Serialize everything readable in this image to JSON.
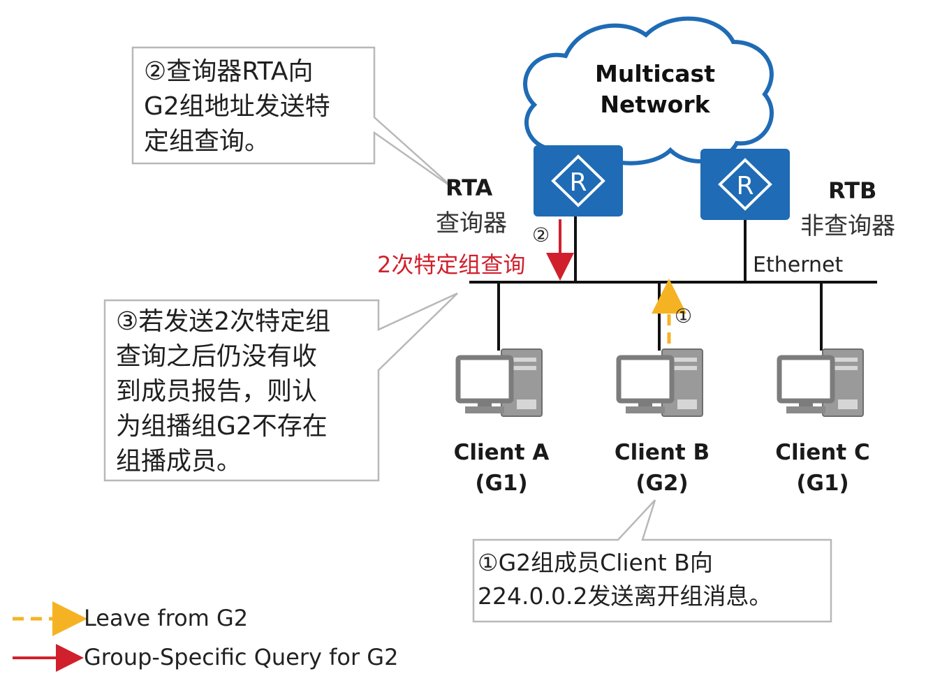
{
  "cloud": {
    "line1": "Multicast",
    "line2": "Network"
  },
  "routers": {
    "rta": {
      "name": "RTA",
      "role": "查询器"
    },
    "rtb": {
      "name": "RTB",
      "role": "非查询器"
    }
  },
  "network": {
    "segment_label": "Ethernet"
  },
  "query": {
    "step": "②",
    "label": "2次特定组查询"
  },
  "leave": {
    "step": "①"
  },
  "clients": [
    {
      "name": "Client A",
      "group": "(G1)"
    },
    {
      "name": "Client B",
      "group": "(G2)"
    },
    {
      "name": "Client C",
      "group": "(G1)"
    }
  ],
  "callouts": {
    "query_lines": [
      "②查询器RTA向",
      "G2组地址发送特",
      "定组查询。"
    ],
    "timeout_lines": [
      "③若发送2次特定组",
      "查询之后仍没有收",
      "到成员报告，则认",
      "为组播组G2不存在",
      "组播成员。"
    ],
    "leave_lines": [
      "①G2组成员Client  B向",
      "224.0.0.2发送离开组消息。"
    ]
  },
  "legend": {
    "leave_label": "Leave from G2",
    "query_label": "Group-Specific Query for G2"
  },
  "colors": {
    "router_blue": "#1f6bb5",
    "query_red": "#d0202c",
    "leave_orange": "#f5b324",
    "callout_border": "#b8b8b8",
    "computer_gray": "#888888"
  }
}
